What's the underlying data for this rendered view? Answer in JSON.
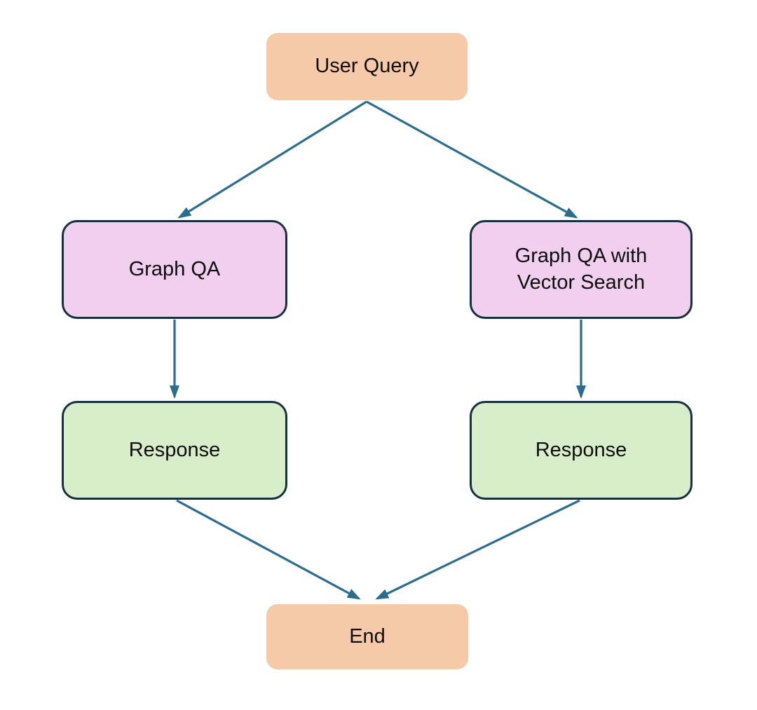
{
  "diagram": {
    "type": "flowchart",
    "nodes": {
      "user_query": {
        "label": "User Query",
        "kind": "start"
      },
      "graph_qa": {
        "label": "Graph QA",
        "kind": "process"
      },
      "graph_qa_vector": {
        "label": "Graph QA with Vector Search",
        "kind": "process"
      },
      "response_left": {
        "label": "Response",
        "kind": "response"
      },
      "response_right": {
        "label": "Response",
        "kind": "response"
      },
      "end": {
        "label": "End",
        "kind": "end"
      }
    },
    "edges": [
      {
        "from": "user_query",
        "to": "graph_qa"
      },
      {
        "from": "user_query",
        "to": "graph_qa_vector"
      },
      {
        "from": "graph_qa",
        "to": "response_left"
      },
      {
        "from": "graph_qa_vector",
        "to": "response_right"
      },
      {
        "from": "response_left",
        "to": "end"
      },
      {
        "from": "response_right",
        "to": "end"
      }
    ]
  },
  "colors": {
    "start_end_fill": "#F6C9A8",
    "process_fill": "#F0CFEF",
    "response_fill": "#D8EECB",
    "node_border": "#16303F",
    "arrow": "#2C6C8E",
    "text": "#0D0D0D",
    "background": "#FFFFFF"
  }
}
